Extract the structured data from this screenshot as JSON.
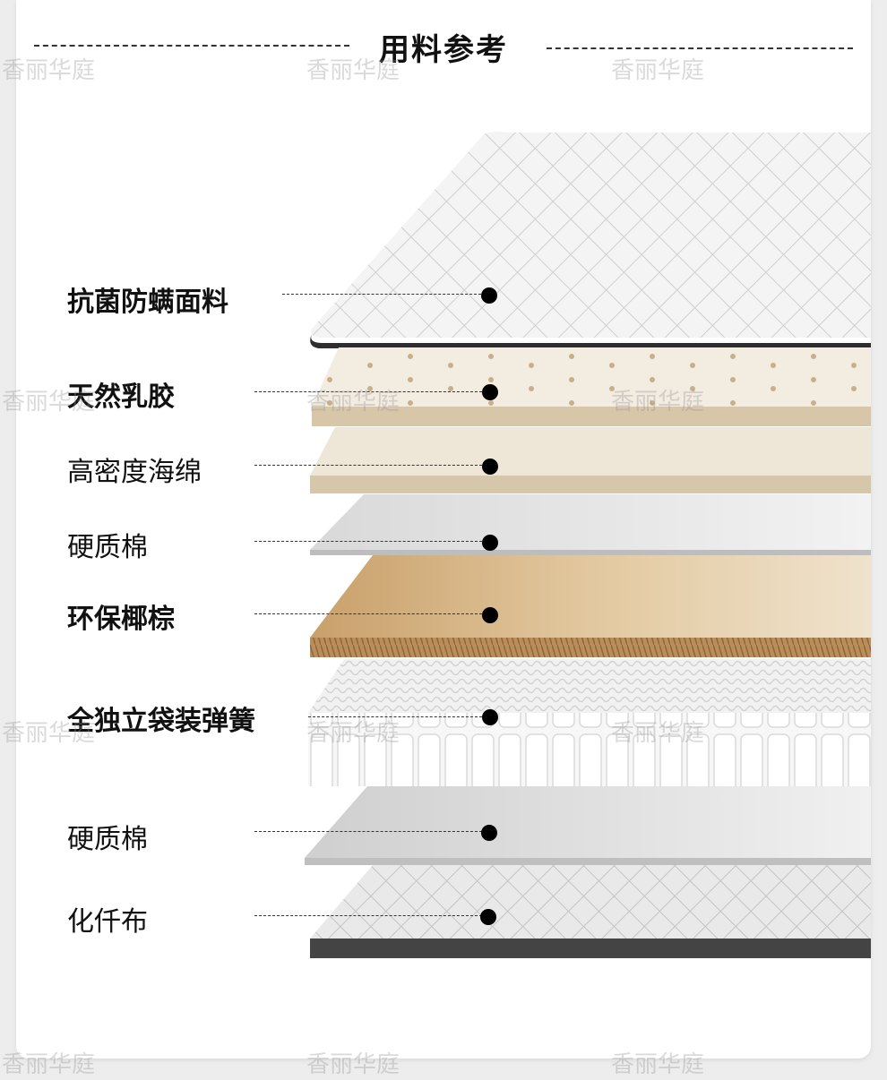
{
  "title": "用料参考",
  "watermark": "香丽华庭",
  "layers": [
    {
      "label": "抗菌防螨面料",
      "bold": true
    },
    {
      "label": "天然乳胶",
      "bold": true
    },
    {
      "label": "高密度海绵",
      "bold": false
    },
    {
      "label": "硬质棉",
      "bold": false
    },
    {
      "label": "环保椰棕",
      "bold": true
    },
    {
      "label": "全独立袋装弹簧",
      "bold": true
    },
    {
      "label": "硬质棉",
      "bold": false
    },
    {
      "label": "化仟布",
      "bold": false
    }
  ],
  "colors": {
    "fabric": "#f2f2f2",
    "latex": "#efe7d8",
    "latex_edge": "#d7c4a6",
    "foam": "#ece3d2",
    "foam_edge": "#d1c1a4",
    "cotton": "#e6e6e6",
    "coir": "#d8b98a",
    "coir_edge": "#b48a58",
    "spring": "#f4f4f4",
    "bottom_edge": "#444444"
  }
}
